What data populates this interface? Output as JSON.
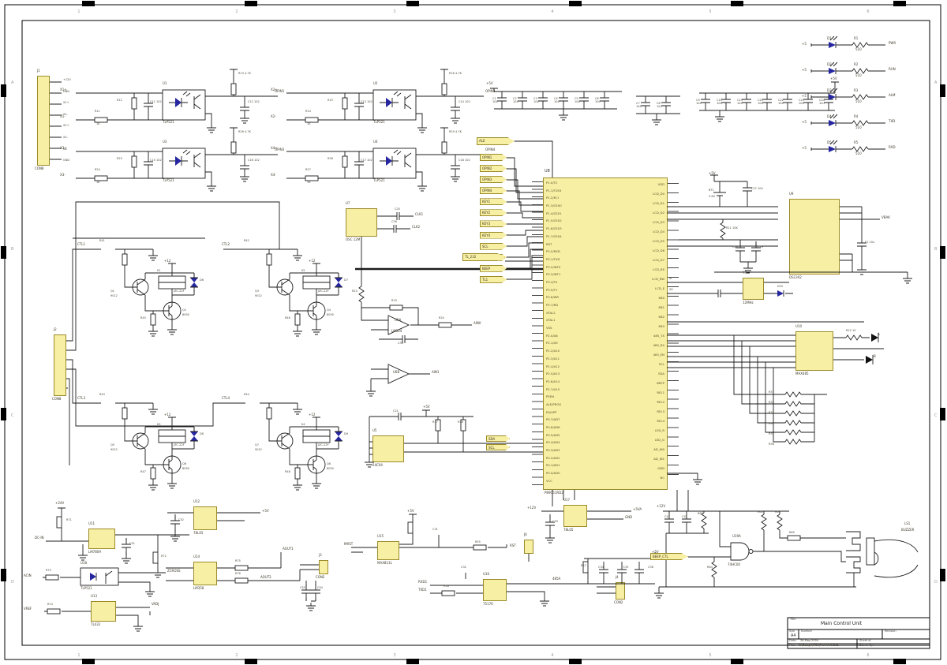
{
  "page": {
    "yellow": "#f7efa3",
    "wire": "#1c1c1c",
    "blue": "#2626a0"
  },
  "frame": {
    "zones_top": [
      "1",
      "2",
      "3",
      "4",
      "5",
      "6"
    ],
    "zones_bottom": [
      "1",
      "2",
      "3",
      "4",
      "5",
      "6"
    ],
    "zones_left": [
      "A",
      "B",
      "C",
      "D"
    ],
    "zones_right": [
      "A",
      "B",
      "C",
      "D"
    ]
  },
  "j1": {
    "ref": "J1",
    "val": "CON8",
    "pins": [
      "+12V",
      "GND",
      "X1+",
      "X1-",
      "X2+",
      "X2-",
      "NC",
      "GND"
    ]
  },
  "j2": {
    "ref": "J2",
    "val": "CON8"
  },
  "optos": [
    {
      "ref": "U1",
      "val": "TLP521",
      "rin": "R11",
      "rinv": "1K",
      "rv": "R12",
      "rvv": "10K",
      "cap": "C11 102",
      "rup": "R13 4.7K",
      "cout": "C12 102",
      "in1": "X1+",
      "in2": "X1-",
      "out": "OPIN1"
    },
    {
      "ref": "U2",
      "val": "TLP521",
      "rin": "R14",
      "rinv": "1K",
      "rv": "R15",
      "rvv": "10K",
      "cap": "C13 102",
      "rup": "R16 4.7K",
      "cout": "C14 102",
      "in1": "X2+",
      "in2": "X2-",
      "out": "OPIN2"
    },
    {
      "ref": "U3",
      "val": "TLP521",
      "rin": "R24",
      "rinv": "1K",
      "rv": "R25",
      "rvv": "10K",
      "cap": "C15 102",
      "rup": "R26 4.7K",
      "cout": "C16 102",
      "in1": "X3+",
      "in2": "X3-",
      "out": "OPIN3"
    },
    {
      "ref": "U4",
      "val": "TLP521",
      "rin": "R27",
      "rinv": "1K",
      "rv": "R28",
      "rvv": "10K",
      "cap": "C17 102",
      "rup": "R29 4.7K",
      "cout": "C18 102",
      "in1": "X4+",
      "in2": "X4-",
      "out": "OPIN4"
    }
  ],
  "cap_bank1": {
    "rail": "+5V",
    "caps": [
      {
        "r": "C1",
        "v": "104"
      },
      {
        "r": "C2",
        "v": "104"
      },
      {
        "r": "C3",
        "v": "104"
      },
      {
        "r": "C4",
        "v": "104"
      },
      {
        "r": "C5",
        "v": "104"
      },
      {
        "r": "C6",
        "v": "104"
      }
    ],
    "extra": [
      {
        "r": "C7",
        "v": "104"
      },
      {
        "r": "C8",
        "v": "10u"
      }
    ]
  },
  "cap_bank2": {
    "rail": "+5V",
    "caps": [
      {
        "r": "C9",
        "v": "104"
      },
      {
        "r": "C10",
        "v": "104"
      },
      {
        "r": "C19",
        "v": "104"
      },
      {
        "r": "C20",
        "v": "104"
      },
      {
        "r": "C22",
        "v": "104"
      },
      {
        "r": "C23",
        "v": "104"
      },
      {
        "r": "C24",
        "v": "10u"
      }
    ]
  },
  "leds": [
    {
      "d": "D1",
      "r": "R1",
      "v": "510",
      "net": "PWR"
    },
    {
      "d": "D2",
      "r": "R2",
      "v": "510",
      "net": "RUN"
    },
    {
      "d": "D3",
      "r": "R3",
      "v": "510",
      "net": "ALM"
    },
    {
      "d": "D4",
      "r": "R4",
      "v": "510",
      "net": "TXD"
    },
    {
      "d": "D5",
      "r": "R5",
      "v": "510",
      "net": "RXD"
    }
  ],
  "flag_top": "ALE",
  "flag_mid": "TL_232",
  "net_flags": [
    "OPIN1",
    "OPIN2",
    "OPIN3",
    "OPIN4",
    "KEY1",
    "KEY2",
    "KEY3",
    "KEY4",
    "SCL",
    "SDA",
    "BEEP",
    "TL1"
  ],
  "mcu": {
    "ref": "U8",
    "val": "P89C51RD2",
    "left": [
      "P1.0/T2",
      "P1.1/T2EX",
      "P1.2/ECI",
      "P1.3/CEX0",
      "P1.4/CEX1",
      "P1.5/CEX2",
      "P1.6/CEX3",
      "P1.7/CEX4",
      "RST",
      "P3.0/RXD",
      "P3.1/TXD",
      "P3.2/INT0",
      "P3.3/INT1",
      "P3.4/T0",
      "P3.5/T1",
      "P3.6/WR",
      "P3.7/RD",
      "XTAL2",
      "XTAL1",
      "VSS",
      "P2.0/A8",
      "P2.1/A9",
      "P2.2/A10",
      "P2.3/A11",
      "P2.4/A12",
      "P2.5/A13",
      "P2.6/A14",
      "P2.7/A15",
      "PSEN",
      "ALE/PROG",
      "EA/VPP",
      "P0.7/AD7",
      "P0.6/AD6",
      "P0.5/AD5",
      "P0.4/AD4",
      "P0.3/AD3",
      "P0.2/AD2",
      "P0.1/AD1",
      "P0.0/AD0",
      "VCC"
    ],
    "right": [
      "VDD",
      "LCD_D0",
      "LCD_D1",
      "LCD_D2",
      "LCD_D3",
      "LCD_D4",
      "LCD_D5",
      "LCD_D6",
      "LCD_D7",
      "LCD_RS",
      "LCD_RW",
      "LCD_E",
      "KB0",
      "KB1",
      "KB2",
      "KB3",
      "485_TX",
      "485_RX",
      "485_EN",
      "SCL",
      "SDA",
      "BEEP",
      "REL1",
      "REL2",
      "REL3",
      "REL4",
      "LED_R",
      "LED_G",
      "AD_IN0",
      "AD_IN1",
      "GND",
      "NC"
    ]
  },
  "osc": {
    "ref": "U7",
    "val": "OSC 12M",
    "n1": "CLK1",
    "n2": "CLK2",
    "c1": "C25",
    "c2": "C26"
  },
  "oa": {
    "ref1": "U6A",
    "ref2": "U6B",
    "val": "LM324",
    "rf": "R19",
    "ro": "R20",
    "rb": "R23",
    "cf": "C30",
    "out": "AIN0",
    "out2": "AIN1"
  },
  "eeprom": {
    "ref": "U5",
    "val": "24C04",
    "r1": "R17",
    "r2": "R18",
    "c": "C21",
    "f1": "SDA",
    "f2": "SCL",
    "pwr": "+5V"
  },
  "rtc": {
    "ref": "U9",
    "val": "DS1302",
    "bat": "BT1",
    "batv": "3.6V",
    "c": "C27 104",
    "r": "R21 10K",
    "cx1": "C28",
    "cx2": "C29",
    "ecap": "E1 10u",
    "out": "VBAK",
    "pwr": "+5V"
  },
  "xb": {
    "ref": "Y3",
    "val": "12MHz",
    "d": "D10",
    "n1": "XI",
    "n2": "XO"
  },
  "u10": {
    "ref": "U10",
    "val": "MAX485",
    "j1": "A",
    "j2": "B",
    "r": "R22 10"
  },
  "rnet": [
    {
      "r": "R31",
      "v": "4.7K"
    },
    {
      "r": "R32",
      "v": "4.7K"
    },
    {
      "r": "R33",
      "v": "4.7K"
    },
    {
      "r": "R34",
      "v": "4.7K"
    },
    {
      "r": "R35",
      "v": "4.7K"
    },
    {
      "r": "R36",
      "v": "4.7K"
    }
  ],
  "relays": [
    {
      "in": "CTL1",
      "rb": "R41",
      "q1": "Q1",
      "q1v": "9012",
      "q2": "Q2",
      "q2v": "8050",
      "k": "K1",
      "kv": "JZC-22F",
      "d": "D6",
      "re": "R45",
      "pwr": "+12"
    },
    {
      "in": "CTL2",
      "rb": "R42",
      "q1": "Q3",
      "q1v": "9012",
      "q2": "Q4",
      "q2v": "8050",
      "k": "K2",
      "kv": "JZC-22F",
      "d": "D7",
      "re": "R46",
      "pwr": "+12"
    },
    {
      "in": "CTL3",
      "rb": "R43",
      "q1": "Q5",
      "q1v": "9012",
      "q2": "Q6",
      "q2v": "8050",
      "k": "K3",
      "kv": "JZC-22F",
      "d": "D8",
      "re": "R47",
      "pwr": "+12"
    },
    {
      "in": "CTL4",
      "rb": "R44",
      "q1": "Q7",
      "q1v": "9012",
      "q2": "Q8",
      "q2v": "8050",
      "k": "K4",
      "kv": "JZC-22F",
      "d": "D9",
      "re": "R48",
      "pwr": "+12"
    }
  ],
  "bl": {
    "rin": "R71",
    "rin_pwr": "+24V",
    "u11": {
      "ref": "U11",
      "val": "LM7809",
      "in": "DC-IN"
    },
    "c1": "C51",
    "r1": "R72",
    "u12": {
      "ref": "U12",
      "val": "78L05",
      "out": "+5V",
      "c": "C52"
    },
    "opto": {
      "ref": "U18",
      "val": "TLP521",
      "in": "ACIN",
      "r": "R73",
      "out": "ZCROSS"
    },
    "u13": {
      "ref": "U13",
      "val": "TL431",
      "in": "VREF",
      "r": "R74",
      "o": "VADJ"
    },
    "u14": {
      "ref": "U14",
      "val": "LM358",
      "r1": "R75",
      "r2": "R76",
      "o1": "AOUT1",
      "o2": "AOUT2"
    },
    "j3": {
      "ref": "J3",
      "val": "CON2"
    },
    "c2": "C53",
    "c3": "C54"
  },
  "bm": {
    "u15": {
      "ref": "U15",
      "val": "MAX813L",
      "in": "MRST",
      "out": "RST",
      "r": "R55",
      "c": "C31",
      "pwr": "+5V"
    },
    "u16": {
      "ref": "U16",
      "val": "75176",
      "i1": "RXD1",
      "i2": "TXD1",
      "r": "R56",
      "c": "C32",
      "o": "485A"
    },
    "u17": {
      "ref": "U17",
      "val": "78L05",
      "in": "+12V",
      "o1": "+5VA",
      "o2": "GND",
      "c": "C33"
    },
    "j4": {
      "ref": "J4",
      "val": "CON2"
    },
    "j6": {
      "ref": "J6",
      "val": "CON2"
    },
    "r2": "R57",
    "caps": [
      "C34",
      "C35",
      "C36"
    ],
    "rail": "+5V"
  },
  "br": {
    "flag": "BEEP_CTL",
    "gate_ref": "U19A",
    "gate_val": "74HC00",
    "c1": "C41",
    "c2": "C42",
    "r1": "R61",
    "r2": "R62",
    "r3": "R63",
    "r4": "R64",
    "r5": "R65",
    "ls_ref": "LS1",
    "ls_val": "BUZZER",
    "rail": "+12V"
  },
  "title_block": {
    "title_label": "Title",
    "title": "Main Control Unit",
    "size_label": "Size",
    "size": "A4",
    "number_label": "Number",
    "rev_label": "Revision",
    "date_label": "Date:",
    "date": "26-May-2004",
    "sheet_label": "Sheet  of",
    "file_label": "File:",
    "file": "E:\\Design\\MCU\\MainUnit.Ddb",
    "drawn_label": "Drawn By:"
  }
}
